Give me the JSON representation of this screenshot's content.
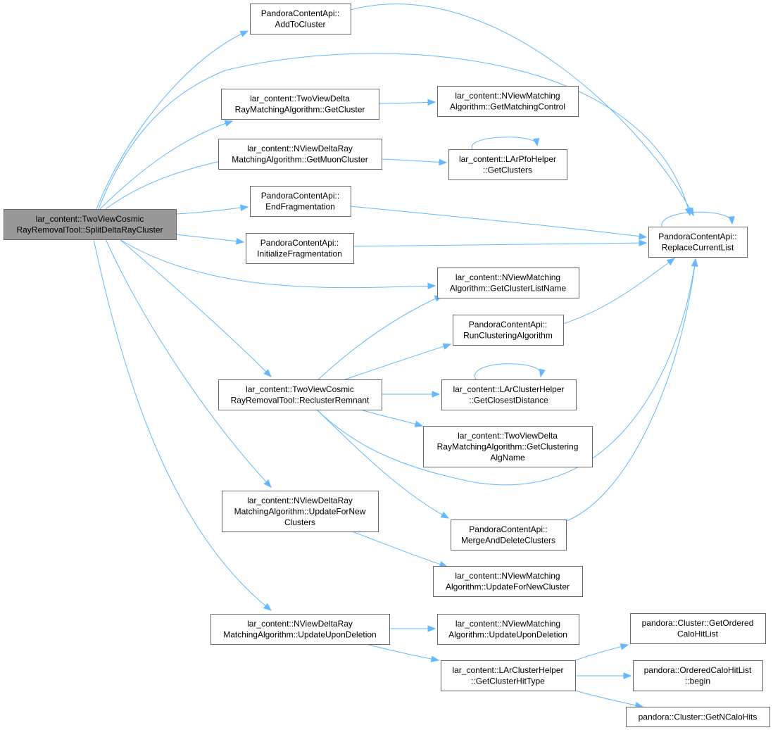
{
  "nodes": [
    {
      "id": "root",
      "lines": [
        "lar_content::TwoViewCosmic",
        "RayRemovalTool::SplitDeltaRayCluster"
      ],
      "highlight": true
    },
    {
      "id": "addToCluster",
      "lines": [
        "PandoraContentApi::",
        "AddToCluster"
      ]
    },
    {
      "id": "getCluster",
      "lines": [
        "lar_content::TwoViewDelta",
        "RayMatchingAlgorithm::GetCluster"
      ]
    },
    {
      "id": "getMatchingControl",
      "lines": [
        "lar_content::NViewMatching",
        "Algorithm::GetMatchingControl"
      ]
    },
    {
      "id": "getMuonCluster",
      "lines": [
        "lar_content::NViewDeltaRay",
        "MatchingAlgorithm::GetMuonCluster"
      ]
    },
    {
      "id": "getClusters",
      "lines": [
        "lar_content::LArPfoHelper",
        "::GetClusters"
      ]
    },
    {
      "id": "endFragmentation",
      "lines": [
        "PandoraContentApi::",
        "EndFragmentation"
      ]
    },
    {
      "id": "initializeFragmentation",
      "lines": [
        "PandoraContentApi::",
        "InitializeFragmentation"
      ]
    },
    {
      "id": "replaceCurrentList",
      "lines": [
        "PandoraContentApi::",
        "ReplaceCurrentList"
      ]
    },
    {
      "id": "getClusterListName",
      "lines": [
        "lar_content::NViewMatching",
        "Algorithm::GetClusterListName"
      ]
    },
    {
      "id": "runClusteringAlgorithm",
      "lines": [
        "PandoraContentApi::",
        "RunClusteringAlgorithm"
      ]
    },
    {
      "id": "reclusterRemnant",
      "lines": [
        "lar_content::TwoViewCosmic",
        "RayRemovalTool::ReclusterRemnant"
      ]
    },
    {
      "id": "getClosestDistance",
      "lines": [
        "lar_content::LArClusterHelper",
        "::GetClosestDistance"
      ]
    },
    {
      "id": "getClusteringAlgName",
      "lines": [
        "lar_content::TwoViewDelta",
        "RayMatchingAlgorithm::GetClustering",
        "AlgName"
      ]
    },
    {
      "id": "updateForNewClusters",
      "lines": [
        "lar_content::NViewDeltaRay",
        "MatchingAlgorithm::UpdateForNew",
        "Clusters"
      ]
    },
    {
      "id": "mergeAndDeleteClusters",
      "lines": [
        "PandoraContentApi::",
        "MergeAndDeleteClusters"
      ]
    },
    {
      "id": "updateForNewCluster",
      "lines": [
        "lar_content::NViewMatching",
        "Algorithm::UpdateForNewCluster"
      ]
    },
    {
      "id": "updateUponDeletionDR",
      "lines": [
        "lar_content::NViewDeltaRay",
        "MatchingAlgorithm::UpdateUponDeletion"
      ]
    },
    {
      "id": "updateUponDeletionNV",
      "lines": [
        "lar_content::NViewMatching",
        "Algorithm::UpdateUponDeletion"
      ]
    },
    {
      "id": "getClusterHitType",
      "lines": [
        "lar_content::LArClusterHelper",
        "::GetClusterHitType"
      ]
    },
    {
      "id": "getOrderedCaloHitList",
      "lines": [
        "pandora::Cluster::GetOrdered",
        "CaloHitList"
      ]
    },
    {
      "id": "orderedBegin",
      "lines": [
        "pandora::OrderedCaloHitList",
        "::begin"
      ]
    },
    {
      "id": "getNCaloHits",
      "lines": [
        "pandora::Cluster::GetNCaloHits"
      ]
    }
  ],
  "edges": [
    [
      "root",
      "addToCluster"
    ],
    [
      "root",
      "replaceCurrentList"
    ],
    [
      "root",
      "getCluster"
    ],
    [
      "root",
      "getMuonCluster"
    ],
    [
      "root",
      "endFragmentation"
    ],
    [
      "root",
      "initializeFragmentation"
    ],
    [
      "root",
      "getClusterListName"
    ],
    [
      "root",
      "reclusterRemnant"
    ],
    [
      "root",
      "updateForNewClusters"
    ],
    [
      "root",
      "updateUponDeletionDR"
    ],
    [
      "addToCluster",
      "replaceCurrentList"
    ],
    [
      "getCluster",
      "getMatchingControl"
    ],
    [
      "getMuonCluster",
      "getClusters"
    ],
    [
      "getClusters",
      "getClusters"
    ],
    [
      "endFragmentation",
      "replaceCurrentList"
    ],
    [
      "initializeFragmentation",
      "replaceCurrentList"
    ],
    [
      "replaceCurrentList",
      "replaceCurrentList"
    ],
    [
      "runClusteringAlgorithm",
      "replaceCurrentList"
    ],
    [
      "reclusterRemnant",
      "getClusterListName"
    ],
    [
      "reclusterRemnant",
      "runClusteringAlgorithm"
    ],
    [
      "reclusterRemnant",
      "getClosestDistance"
    ],
    [
      "reclusterRemnant",
      "getClusteringAlgName"
    ],
    [
      "reclusterRemnant",
      "replaceCurrentList"
    ],
    [
      "reclusterRemnant",
      "mergeAndDeleteClusters"
    ],
    [
      "getClosestDistance",
      "getClosestDistance"
    ],
    [
      "mergeAndDeleteClusters",
      "replaceCurrentList"
    ],
    [
      "updateForNewClusters",
      "updateForNewCluster"
    ],
    [
      "updateUponDeletionDR",
      "updateUponDeletionNV"
    ],
    [
      "updateUponDeletionDR",
      "getClusterHitType"
    ],
    [
      "getClusterHitType",
      "getOrderedCaloHitList"
    ],
    [
      "getClusterHitType",
      "orderedBegin"
    ],
    [
      "getClusterHitType",
      "getNCaloHits"
    ]
  ]
}
